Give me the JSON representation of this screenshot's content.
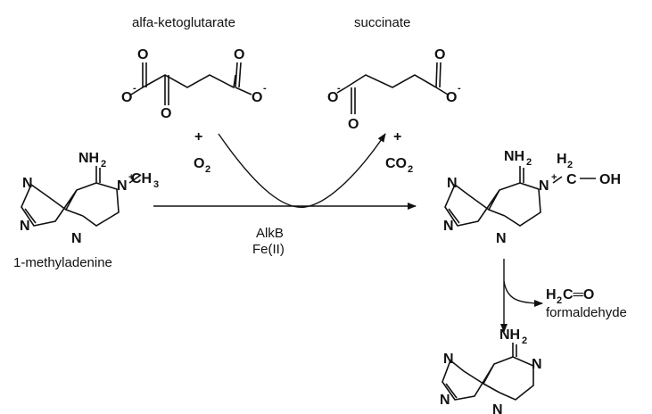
{
  "reagents": {
    "akg_label": "alfa-ketoglutarate",
    "succ_label": "succinate",
    "plus": "+",
    "o2": "O",
    "o2_sub": "2",
    "co2": "CO",
    "co2_sub": "2"
  },
  "enzyme": {
    "name": "AlkB",
    "cofactor": "Fe(II)"
  },
  "substrate": {
    "name": "1-methyladenine",
    "nh2": "NH",
    "nh2_sub": "2",
    "n_atom": "N",
    "ch3": "CH",
    "ch3_sub": "3",
    "charge": "+"
  },
  "intermediate": {
    "nh2": "NH",
    "nh2_sub": "2",
    "n_atom": "N",
    "h2": "H",
    "h2_sub": "2",
    "c_atom": "C",
    "oh": "OH",
    "charge": "+"
  },
  "byproduct": {
    "formula_h": "H",
    "formula_sub": "2",
    "formula_rest": "C═O",
    "name": "formaldehyde"
  },
  "product": {
    "nh2": "NH",
    "nh2_sub": "2",
    "n_atom": "N"
  },
  "atoms": {
    "o": "O",
    "minus": "-"
  },
  "colors": {
    "ink": "#111111",
    "background": "#ffffff"
  }
}
